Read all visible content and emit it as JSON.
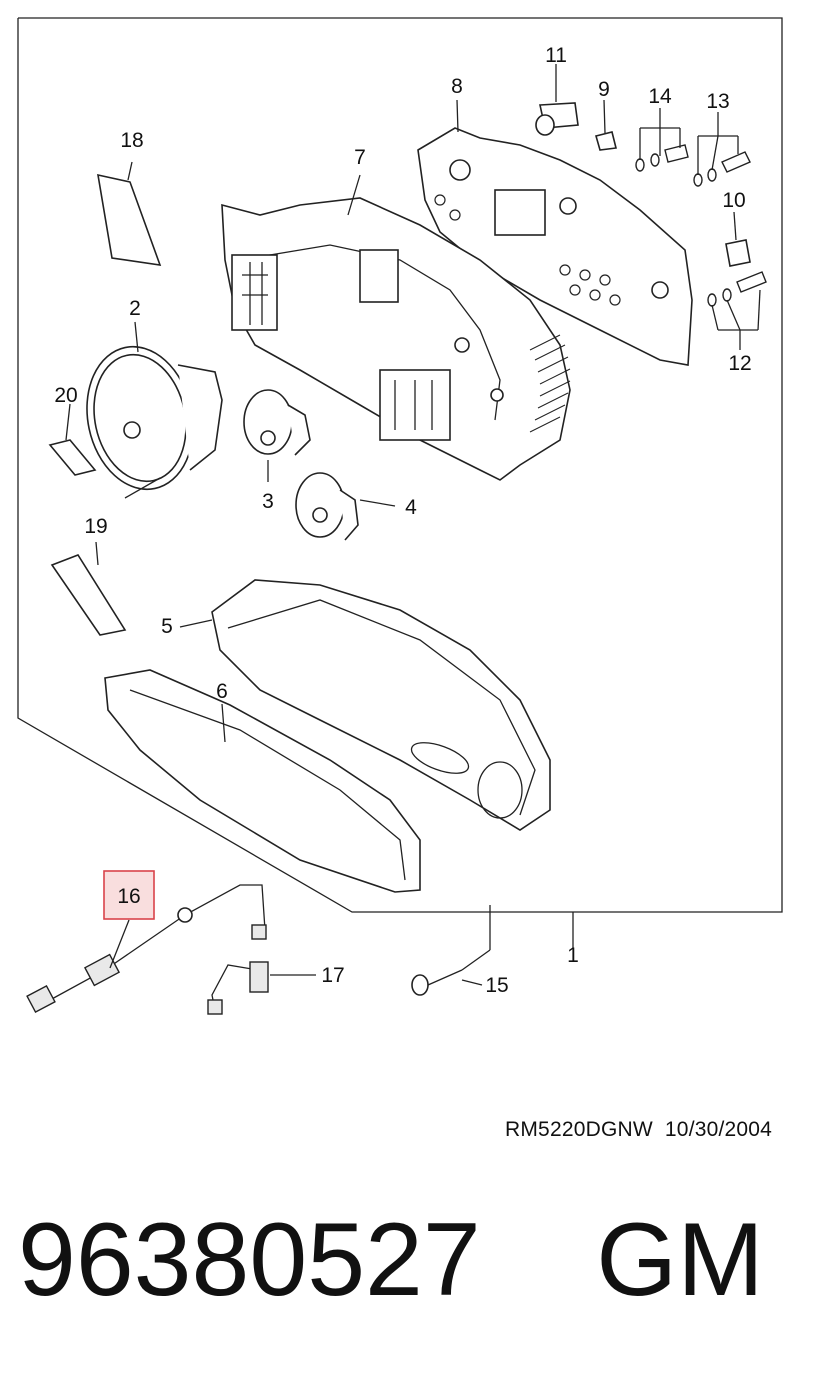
{
  "diagram": {
    "callouts": {
      "c1": "1",
      "c2": "2",
      "c3": "3",
      "c4": "4",
      "c5": "5",
      "c6": "6",
      "c7": "7",
      "c8": "8",
      "c9": "9",
      "c10": "10",
      "c11": "11",
      "c12": "12",
      "c13": "13",
      "c14": "14",
      "c15": "15",
      "c16": "16",
      "c17": "17",
      "c18": "18",
      "c19": "19",
      "c20": "20"
    },
    "highlighted_callout": "16",
    "highlight_color": "#f9dede",
    "highlight_border": "#d9434a"
  },
  "footer": {
    "reference": "RM5220DGNW  10/30/2004",
    "part_number": "96380527    GM"
  }
}
